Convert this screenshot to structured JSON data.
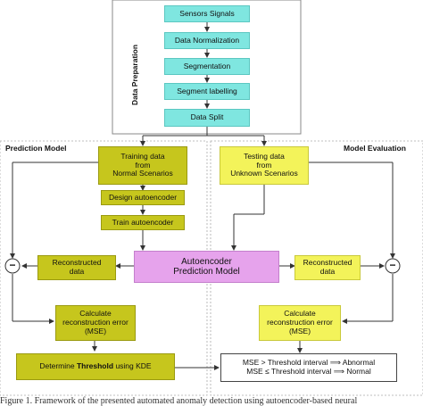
{
  "data_preparation": {
    "label": "Data Preparation",
    "steps": [
      "Sensors Signals",
      "Data Normalization",
      "Segmentation",
      "Segment labelling",
      "Data Split"
    ]
  },
  "prediction_model": {
    "title": "Prediction Model",
    "training": "Training data\nfrom\nNormal Scenarios",
    "design": "Design autoencoder",
    "train": "Train autoencoder",
    "reconstructed": "Reconstructed\ndata",
    "calculate": "Calculate\nreconstruction error\n(MSE)",
    "threshold_prefix": "Determine ",
    "threshold_bold": "Threshold",
    "threshold_suffix": " using KDE"
  },
  "autoencoder": {
    "label": "Autoencoder\nPrediction Model"
  },
  "model_evaluation": {
    "title": "Model Evaluation",
    "testing": "Testing data\nfrom\nUnknown Scenarios",
    "reconstructed": "Reconstructed\ndata",
    "calculate": "Calculate\nreconstruction error\n(MSE)",
    "rule_abnormal": "MSE > Threshold interval ⟹ Abnormal",
    "rule_normal": "MSE ≤ Threshold interval ⟹ Normal"
  },
  "minus_symbol": "−",
  "caption": "Figure 1. Framework of the presented automated anomaly detection using autoencoder-based neural"
}
